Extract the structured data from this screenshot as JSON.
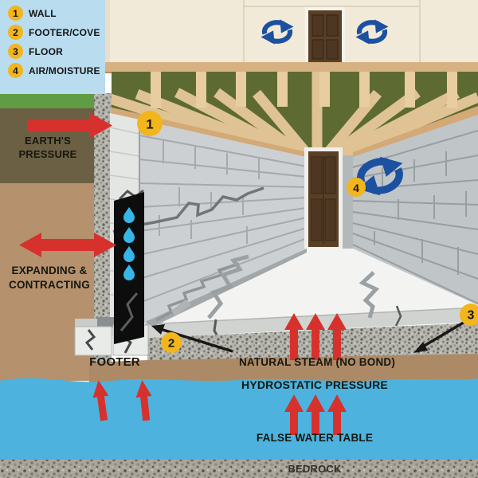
{
  "legend": {
    "items": [
      {
        "number": "1",
        "label": "WALL"
      },
      {
        "number": "2",
        "label": "FOOTER/COVE"
      },
      {
        "number": "3",
        "label": "FLOOR"
      },
      {
        "number": "4",
        "label": "AIR/MOISTURE"
      }
    ]
  },
  "labels": {
    "earths_pressure_line1": "EARTH'S",
    "earths_pressure_line2": "PRESSURE",
    "expanding_line1": "EXPANDING &",
    "expanding_line2": "CONTRACTING",
    "footer": "FOOTER",
    "natural_steam": "NATURAL STEAM (NO BOND)",
    "hydrostatic_pressure": "HYDROSTATIC PRESSURE",
    "false_water_table": "FALSE WATER TABLE",
    "bedrock": "BEDROCK"
  },
  "colors": {
    "legend_bg": "#b9dcef",
    "badge_yellow": "#f2b51c",
    "arrow_red": "#d7312e",
    "arrow_blue": "#1c50a0",
    "water": "#4db2dd",
    "droplet": "#35b5e8",
    "grass": "#5f9c44",
    "dark_soil": "#6b6044",
    "light_soil": "#b5916e",
    "soil_band": "#ad8a66",
    "wall_block": "#ccd0d2",
    "floor": "#f3f4f2",
    "ceiling_green": "#5d6b33",
    "joist_tan": "#e0c394",
    "upstairs_wall": "#f2ead9",
    "door_brown": "#5a3f27",
    "membrane_black": "#0d0d0d"
  }
}
